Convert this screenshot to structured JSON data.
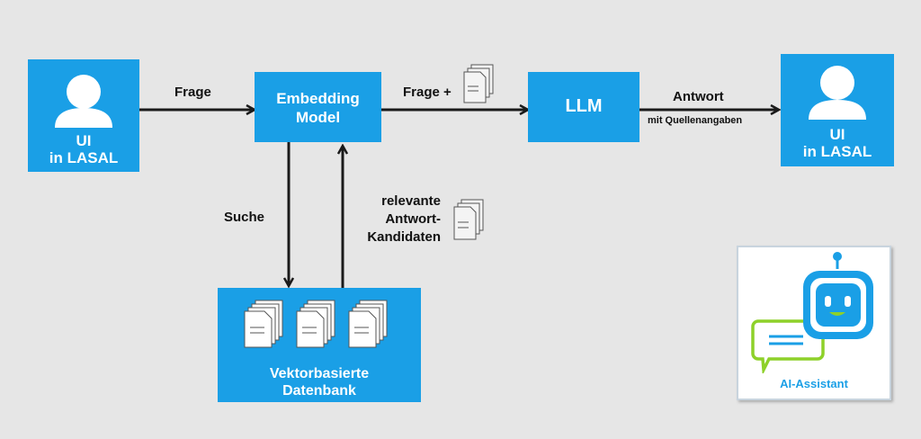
{
  "nodes": {
    "ui_left": {
      "line1": "UI",
      "line2": "in LASAL"
    },
    "embedding": {
      "line1": "Embedding",
      "line2": "Model"
    },
    "llm": {
      "label": "LLM"
    },
    "ui_right": {
      "line1": "UI",
      "line2": "in LASAL"
    },
    "database": {
      "line1": "Vektorbasierte",
      "line2": "Datenbank"
    }
  },
  "edges": {
    "frage": "Frage",
    "frage_plus": "Frage +",
    "antwort": "Antwort",
    "quellen": "mit Quellenangaben",
    "suche": "Suche",
    "relevant_1": "relevante",
    "relevant_2": "Antwort-",
    "relevant_3": "Kandidaten"
  },
  "assistant": {
    "label": "AI-Assistant"
  },
  "colors": {
    "box_blue": "#1a9fe6",
    "background": "#e6e6e6",
    "chat_green": "#8ed12a"
  },
  "icons": [
    "user-icon",
    "document-stack-icon",
    "robot-icon",
    "chat-bubble-icon"
  ]
}
